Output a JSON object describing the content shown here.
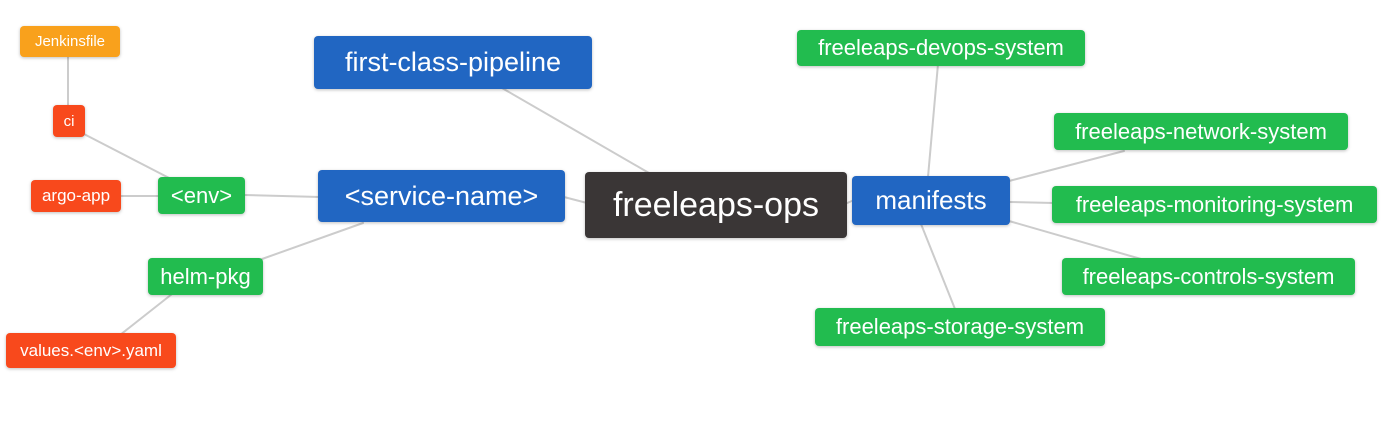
{
  "diagram": {
    "type": "mindmap",
    "root_label": "freeleaps-ops",
    "palette": {
      "node-blue": "#2166c2",
      "node-green": "#22bc4f",
      "node-orange": "#f9a11c",
      "node-red": "#f8491c",
      "node-dark": "#3a3636",
      "edge": "#cccccc",
      "text": "#ffffff",
      "bg": "#ffffff"
    },
    "nodes": {
      "root": {
        "label": "freeleaps-ops",
        "color": "#3a3636"
      },
      "first_class_pipeline": {
        "label": "first-class-pipeline",
        "color": "#2166c2"
      },
      "service_name": {
        "label": "<service-name>",
        "color": "#2166c2"
      },
      "manifests": {
        "label": "manifests",
        "color": "#2166c2"
      },
      "env": {
        "label": "<env>",
        "color": "#22bc4f"
      },
      "helm_pkg": {
        "label": "helm-pkg",
        "color": "#22bc4f"
      },
      "ci": {
        "label": "ci",
        "color": "#f8491c"
      },
      "argo_app": {
        "label": "argo-app",
        "color": "#f8491c"
      },
      "jenkinsfile": {
        "label": "Jenkinsfile",
        "color": "#f9a11c"
      },
      "values_env_yaml": {
        "label": "values.<env>.yaml",
        "color": "#f8491c"
      },
      "devops_system": {
        "label": "freeleaps-devops-system",
        "color": "#22bc4f"
      },
      "network_system": {
        "label": "freeleaps-network-system",
        "color": "#22bc4f"
      },
      "monitoring_system": {
        "label": "freeleaps-monitoring-system",
        "color": "#22bc4f"
      },
      "controls_system": {
        "label": "freeleaps-controls-system",
        "color": "#22bc4f"
      },
      "storage_system": {
        "label": "freeleaps-storage-system",
        "color": "#22bc4f"
      }
    },
    "edges": [
      {
        "from": "jenkinsfile",
        "to": "ci"
      },
      {
        "from": "ci",
        "to": "env"
      },
      {
        "from": "argo_app",
        "to": "env"
      },
      {
        "from": "env",
        "to": "service_name"
      },
      {
        "from": "helm_pkg",
        "to": "service_name"
      },
      {
        "from": "values_env_yaml",
        "to": "helm_pkg"
      },
      {
        "from": "first_class_pipeline",
        "to": "root"
      },
      {
        "from": "service_name",
        "to": "root"
      },
      {
        "from": "root",
        "to": "manifests"
      },
      {
        "from": "manifests",
        "to": "devops_system"
      },
      {
        "from": "manifests",
        "to": "network_system"
      },
      {
        "from": "manifests",
        "to": "monitoring_system"
      },
      {
        "from": "manifests",
        "to": "controls_system"
      },
      {
        "from": "manifests",
        "to": "storage_system"
      }
    ]
  }
}
